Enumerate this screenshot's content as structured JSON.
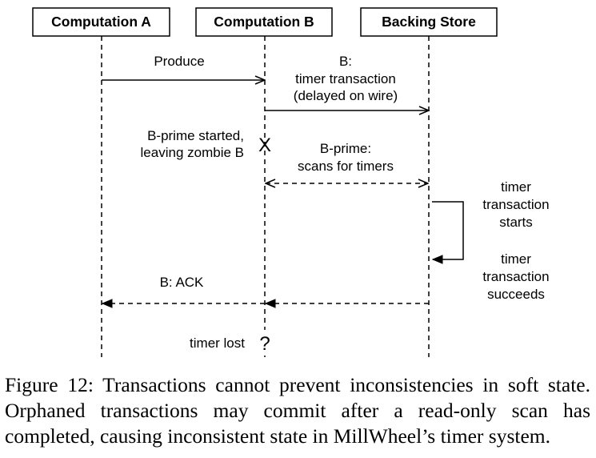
{
  "participants": [
    "Computation A",
    "Computation B",
    "Backing Store"
  ],
  "messages": {
    "produce": "Produce",
    "b_timer_txn": [
      "B:",
      "timer transaction",
      "(delayed on wire)"
    ],
    "bprime_started": [
      "B-prime started,",
      "leaving zombie B"
    ],
    "crash_mark": "X",
    "bprime_scan": [
      "B-prime:",
      "scans for timers"
    ],
    "txn_starts": [
      "timer",
      "transaction",
      "starts"
    ],
    "txn_succeeds": [
      "timer",
      "transaction",
      "succeeds"
    ],
    "b_ack": "B: ACK",
    "timer_lost": "timer lost",
    "unknown_mark": "?"
  },
  "caption": "Figure 12: Transactions cannot prevent inconsistencies in soft state. Orphaned transactions may commit after a read-only scan has completed, causing inconsistent state in MillWheel’s timer system."
}
